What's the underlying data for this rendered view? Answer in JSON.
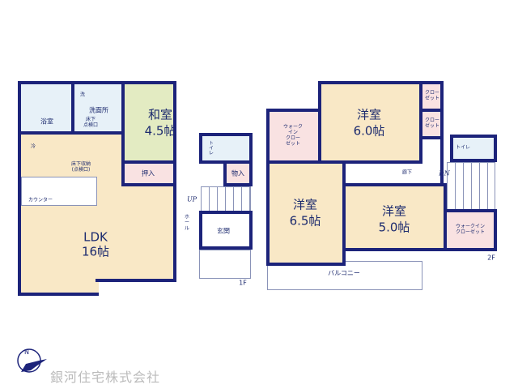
{
  "floor1": {
    "label": "1F",
    "rooms": {
      "bath": "浴室",
      "washroom": "洗面所",
      "washer": "洗",
      "floor_hatch": "床下\n点検口",
      "washitsu": "和室",
      "washitsu_size": "4.5帖",
      "toilet": "トイレ",
      "fridge": "冷",
      "underfloor_storage": "床下収納\n(点検口)",
      "counter": "カウンター",
      "oshiire": "押入",
      "monoire": "物入",
      "up": "UP",
      "hall": "ホ\nー\nル",
      "genkan": "玄関",
      "ldk": "LDK",
      "ldk_size": "16帖"
    }
  },
  "floor2": {
    "label": "2F",
    "rooms": {
      "wic_left": "ウォーク\nイン\nクロー\nゼット",
      "room_a": "洋室",
      "room_a_size": "6.0帖",
      "closet1": "クロー\nゼット",
      "closet2": "クロー\nゼット",
      "toilet": "トイレ",
      "corridor": "廊下",
      "dn": "DN",
      "room_b": "洋室",
      "room_b_size": "6.5帖",
      "room_c": "洋室",
      "room_c_size": "5.0帖",
      "wic_right": "ウォークイン\nクローゼット",
      "balcony": "バルコニー"
    }
  },
  "company": "銀河住宅株式会社",
  "colors": {
    "wall": "#1c237a",
    "ldk": "#f9e8c6",
    "washitsu": "#e3ebc2",
    "wet": "#e7f1f8",
    "storage": "#f9e2e2"
  }
}
